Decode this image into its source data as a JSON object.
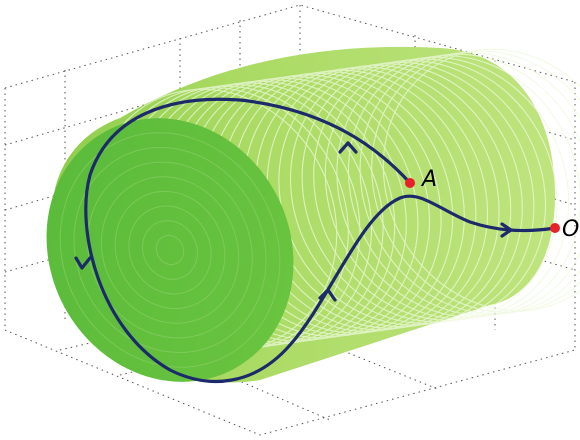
{
  "diagram": {
    "points": [
      {
        "id": "A",
        "label": "A",
        "color": "#e8202a"
      },
      {
        "id": "O",
        "label": "O",
        "color": "#e8202a"
      }
    ],
    "colors": {
      "surface_light": "#b9e27a",
      "surface_mid": "#9fd14f",
      "surface_end": "#5fbf3a",
      "ring_line": "#e9f7d3",
      "trajectory": "#1c2a6b",
      "grid": "#555555"
    },
    "arrows": 4,
    "grid": true
  }
}
